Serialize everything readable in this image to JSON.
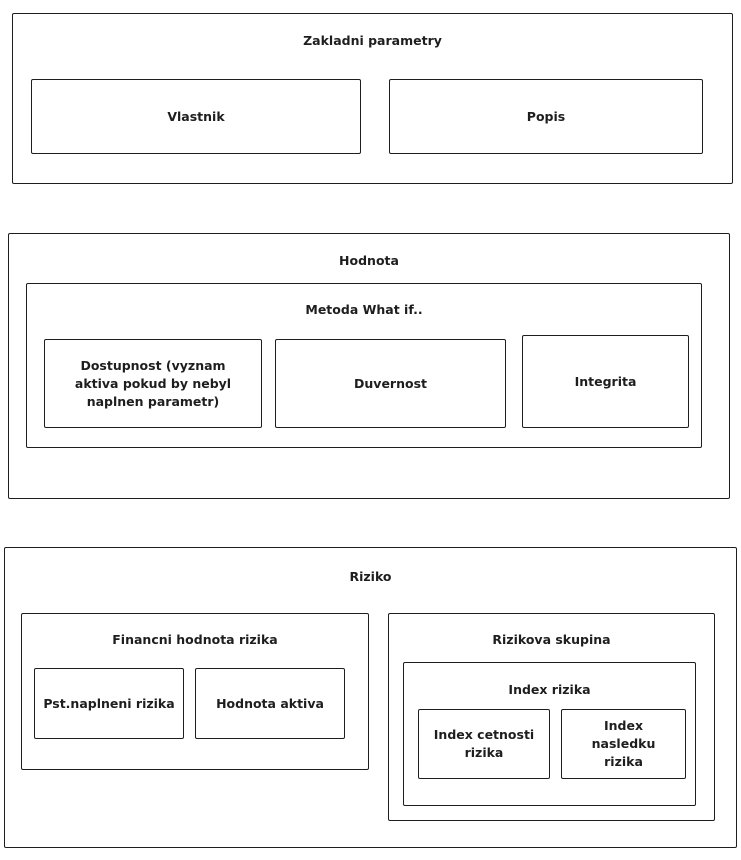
{
  "groups": {
    "zakladni": {
      "title": "Zakladni parametry",
      "items": {
        "vlastnik": "Vlastnik",
        "popis": "Popis"
      }
    },
    "hodnota": {
      "title": "Hodnota",
      "metoda": {
        "title": "Metoda What if..",
        "items": {
          "dostupnost": "Dostupnost (vyznam aktiva pokud by nebyl naplnen parametr)",
          "duvernost": "Duvernost",
          "integrita": "Integrita"
        }
      }
    },
    "riziko": {
      "title": "Riziko",
      "financni": {
        "title": "Financni hodnota rizika",
        "items": {
          "pst": "Pst.naplneni rizika",
          "hodnota_aktiva": "Hodnota aktiva"
        }
      },
      "rizikova_skupina": {
        "title": "Rizikova skupina",
        "index_rizika": {
          "title": "Index rizika",
          "items": {
            "cetnost": "Index cetnosti rizika",
            "nasledek": "Index nasledku rizika"
          }
        }
      }
    }
  }
}
